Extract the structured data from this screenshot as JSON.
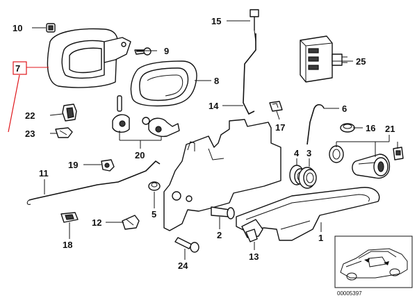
{
  "callouts": {
    "c1": "1",
    "c2": "2",
    "c3": "3",
    "c4": "4",
    "c5": "5",
    "c6": "6",
    "c7": "7",
    "c8": "8",
    "c9": "9",
    "c10": "10",
    "c11": "11",
    "c12": "12",
    "c13": "13",
    "c14": "14",
    "c15": "15",
    "c16": "16",
    "c17": "17",
    "c18": "18",
    "c19": "19",
    "c20": "20",
    "c21": "21",
    "c22": "22",
    "c23": "23",
    "c24": "24",
    "c25": "25"
  },
  "highlighted_part": "7",
  "highlight_color": "#e0161b",
  "inset": {
    "reference": "00005397"
  }
}
